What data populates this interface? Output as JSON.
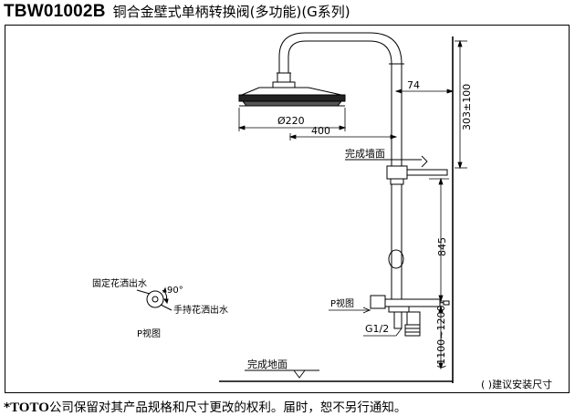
{
  "header": {
    "model": "TBW01002B",
    "title": "铜合金壁式单柄转换阀(多功能)(G系列)"
  },
  "diagram": {
    "dim_top_offset": "74",
    "dim_top_height": "303±100",
    "dim_shower_head": "Ø220",
    "dim_arm_length": "400",
    "dim_riser": "845",
    "dim_install_height": "(1100~1200)",
    "label_finished_wall": "完成墙面",
    "label_finished_floor": "完成地面",
    "label_p_view": "P视图",
    "label_p_view_detail": "P视图",
    "label_thread": "G1/2",
    "label_fixed_shower": "固定花洒出水",
    "label_hand_shower": "手持花洒出水",
    "label_angle": "90°",
    "note_install_size": "( )建议安装尺寸"
  },
  "footer": {
    "star": "*",
    "brand": "TOTO",
    "text": "公司保留对其产品规格和尺寸更改的权利。届时，恕不另行通知。"
  }
}
